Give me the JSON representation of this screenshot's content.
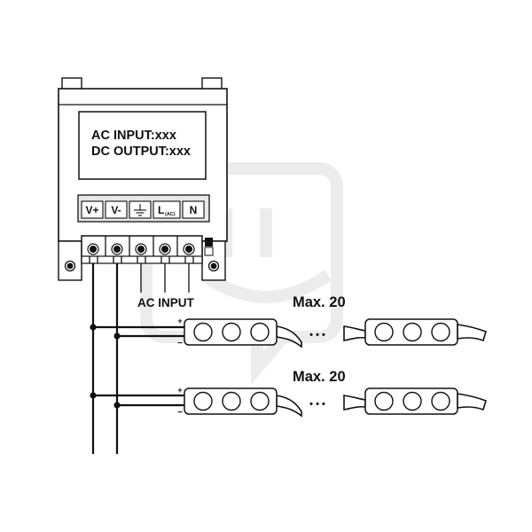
{
  "psu": {
    "ac_input_label": "AC INPUT:xxx",
    "dc_output_label": "DC OUTPUT:xxx"
  },
  "terminals": {
    "v_plus": "V+",
    "v_minus": "V-",
    "live": "L",
    "live_sub": "(AC)",
    "neutral": "N"
  },
  "ac_input_caption": "AC INPUT",
  "strings": [
    {
      "max_label": "Max. 20",
      "plus_symbol": "+",
      "minus_symbol": "−",
      "ellipsis": "• • •"
    },
    {
      "max_label": "Max. 20",
      "plus_symbol": "+",
      "minus_symbol": "−",
      "ellipsis": "• • •"
    }
  ]
}
